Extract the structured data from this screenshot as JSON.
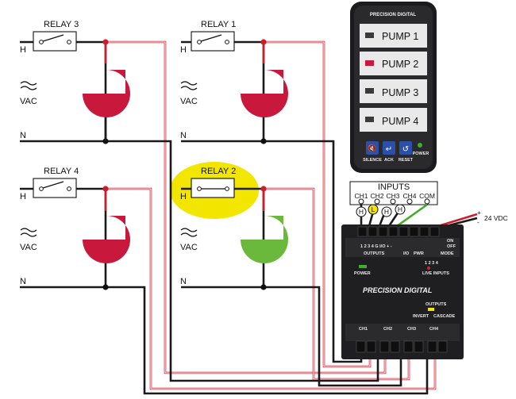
{
  "relays": [
    {
      "label": "RELAY 3",
      "line": "H",
      "supply": "VAC",
      "neutral": "N",
      "pump_color": "#c8193c",
      "energized": false
    },
    {
      "label": "RELAY 1",
      "line": "H",
      "supply": "VAC",
      "neutral": "N",
      "pump_color": "#c8193c",
      "energized": false
    },
    {
      "label": "RELAY 4",
      "line": "H",
      "supply": "VAC",
      "neutral": "N",
      "pump_color": "#c8193c",
      "energized": false
    },
    {
      "label": "RELAY 2",
      "line": "H",
      "supply": "VAC",
      "neutral": "N",
      "pump_color": "#6ab83c",
      "energized": true
    }
  ],
  "display": {
    "brand": "PRECISION DIGITAL",
    "pumps": [
      {
        "label": "PUMP 1",
        "indicator": "#3a3a3a"
      },
      {
        "label": "PUMP 2",
        "indicator": "#c8193c"
      },
      {
        "label": "PUMP 3",
        "indicator": "#3a3a3a"
      },
      {
        "label": "PUMP 4",
        "indicator": "#3a3a3a"
      }
    ],
    "buttons": [
      "SILENCE",
      "ACK",
      "RESET"
    ],
    "power_label": "POWER"
  },
  "inputs": {
    "title": "INPUTS",
    "channels": [
      "CH1",
      "CH2",
      "CH3",
      "CH4",
      "COM"
    ],
    "states": [
      "H",
      "L",
      "H",
      "H"
    ]
  },
  "supply_label": "24 VDC",
  "supply_plus": "+",
  "supply_minus": "-",
  "module": {
    "brand": "PRECISION DIGITAL",
    "top_terminals": "1   2   3   4   G  I/O  +  -",
    "outputs_label": "OUTPUTS",
    "io_label": "I/O",
    "pwr_label": "PWR",
    "mode_label": "MODE",
    "on_label": "ON",
    "off_label": "OFF",
    "power_label": "POWER",
    "live_numbers": "1   2   3   4",
    "live_inputs_label": "LIVE INPUTS",
    "outputs_label2": "OUTPUTS",
    "invert_label": "INVERT",
    "cascade_label": "CASCADE",
    "ch_labels": [
      "CH1",
      "CH2",
      "CH3",
      "CH4"
    ],
    "power_led": "#3fae2a",
    "live_led": "#d4203a",
    "invert_led": "#f2e600"
  },
  "colors": {
    "highlight": "#f2e600",
    "hot_wire": "#cc1d2f",
    "neutral_wire": "#1a1a1a",
    "input_wire": "#3fae2a"
  }
}
